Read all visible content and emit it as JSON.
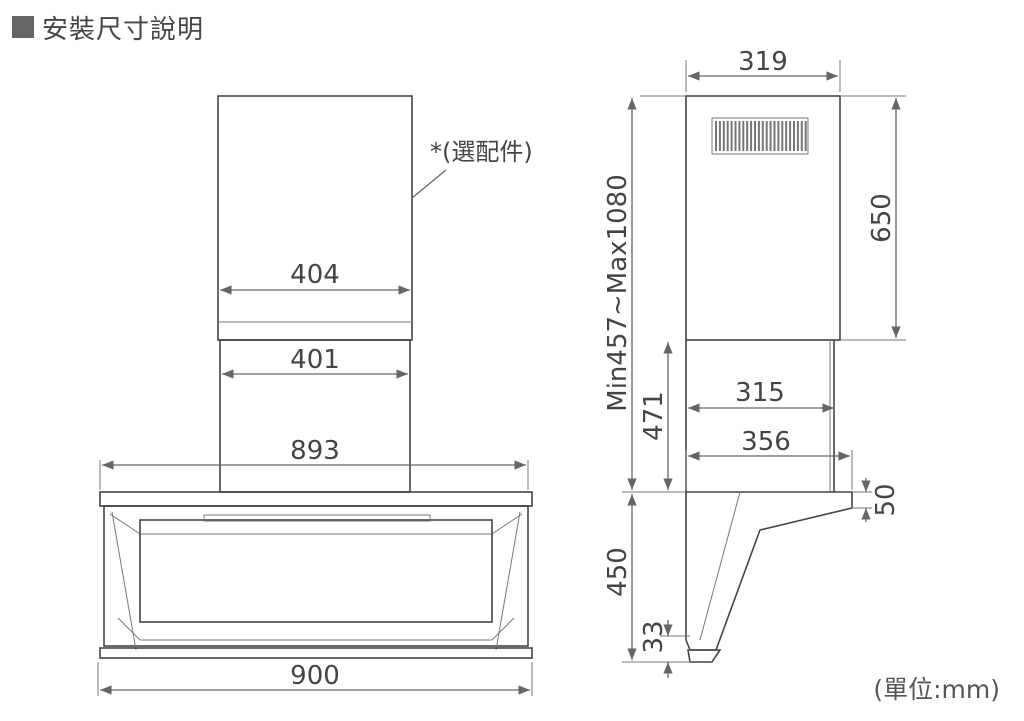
{
  "title": "安裝尺寸說明",
  "unit_note": "(單位:mm)",
  "optional_label": "*(選配件)",
  "icons": {
    "title_marker": "square-bullet-icon"
  },
  "front_view": {
    "dims": {
      "d404": "404",
      "d401": "401",
      "d893": "893",
      "d900": "900"
    }
  },
  "side_view": {
    "dims": {
      "d319": "319",
      "d650": "650",
      "dminmax": "Min457~Max1080",
      "d471": "471",
      "d315": "315",
      "d356": "356",
      "d50": "50",
      "d450": "450",
      "d33": "33"
    }
  },
  "colors": {
    "line": "#666666",
    "text": "#444444",
    "marker": "#666666"
  }
}
